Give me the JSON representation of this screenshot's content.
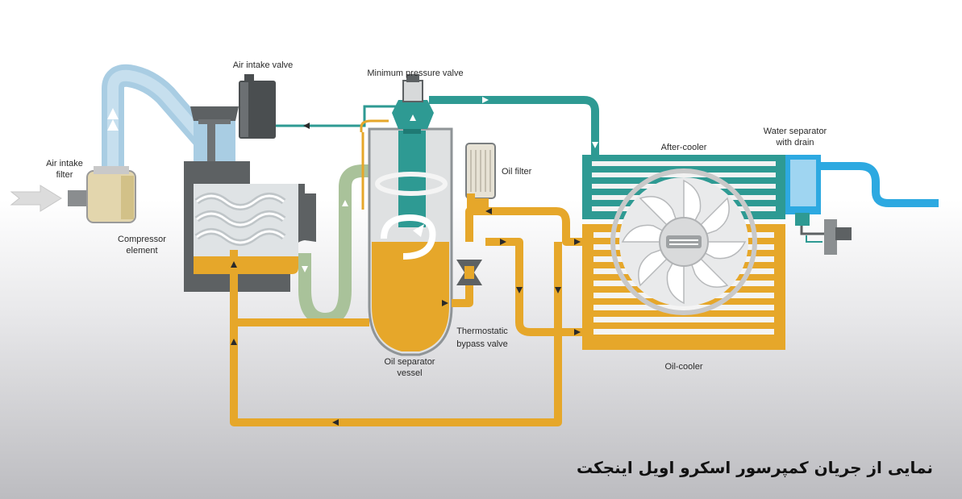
{
  "labels": {
    "air_intake_valve": "Air intake valve",
    "minimum_pressure_valve": "Minimum pressure valve",
    "air_intake_filter_1": "Air intake",
    "air_intake_filter_2": "filter",
    "compressor_element_1": "Compressor",
    "compressor_element_2": "element",
    "oil_filter": "Oil filter",
    "after_cooler": "After-cooler",
    "water_separator_1": "Water separator",
    "water_separator_2": "with drain",
    "thermostatic_1": "Thermostatic",
    "thermostatic_2": "bypass valve",
    "oil_separator_1": "Oil separator",
    "oil_separator_2": "vessel",
    "oil_cooler": "Oil-cooler"
  },
  "caption": "نمایی از جریان کمپرسور اسکرو اویل اینجکت",
  "colors": {
    "air": "#a9cde3",
    "compressed_air": "#2e9a93",
    "oil": "#e6a72a",
    "oil_air_mix": "#a9c29a",
    "outlet": "#2da9e1",
    "machine": "#5d6163"
  },
  "icons": [
    "intake-arrow-icon",
    "flow-arrow-icon",
    "fan-logo-icon"
  ]
}
